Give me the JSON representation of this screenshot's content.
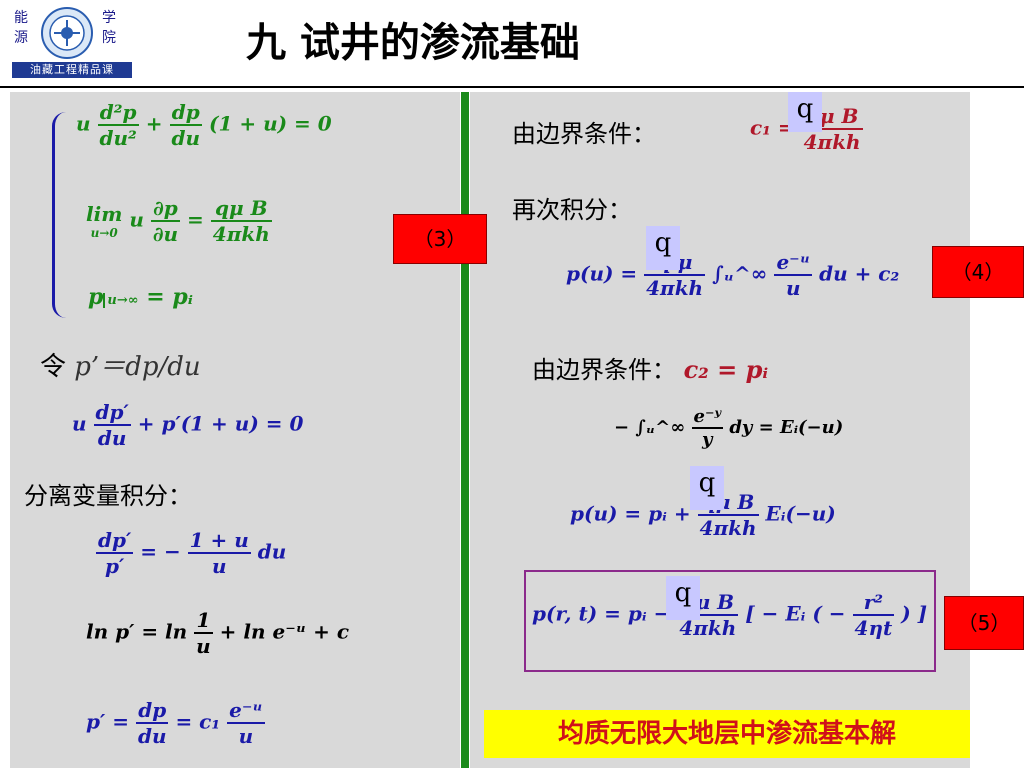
{
  "header": {
    "logo_left_chars": [
      "能",
      "源"
    ],
    "logo_right_chars": [
      "学",
      "院"
    ],
    "course_label": "油藏工程精品课",
    "title": "九  试井的渗流基础"
  },
  "left": {
    "eq1": {
      "lhs_prefix": "u",
      "f1_num": "d²p",
      "f1_den": "du²",
      "plus": "+",
      "f2_num": "dp",
      "f2_den": "du",
      "tail": "(1 + u) = 0"
    },
    "eq2": {
      "lim": "lim",
      "lim_sub": "u→0",
      "u": "u",
      "f1_num": "∂p",
      "f1_den": "∂u",
      "eq": "=",
      "f2_num": "qμ B",
      "f2_den": "4πkh"
    },
    "eq3": {
      "p": "p",
      "sub": "u→∞",
      "tail": "= pᵢ"
    },
    "tag3": "（3）",
    "subst_cn": "令",
    "subst_expr": "p’＝dp/du",
    "eq4": {
      "u": "u",
      "f_num": "dp′",
      "f_den": "du",
      "tail": "+ p′(1 + u) = 0"
    },
    "sep_label": "分离变量积分：",
    "eq5": {
      "f1_num": "dp′",
      "f1_den": "p′",
      "eq": "= −",
      "f2_num": "1 + u",
      "f2_den": "u",
      "tail": "du"
    },
    "eq6": {
      "lhs": "ln p′ = ln",
      "f_num": "1",
      "f_den": "u",
      "tail": "+ ln e⁻ᵘ + c"
    },
    "eq7": {
      "lhs": "p′ =",
      "f1_num": "dp",
      "f1_den": "du",
      "mid": "= c₁",
      "f2_num": "e⁻ᵘ",
      "f2_den": "u"
    }
  },
  "right": {
    "bc1_label": "由边界条件：",
    "c1": {
      "lhs": "c₁ =",
      "f_num": "qμ B",
      "f_den": "4πkh"
    },
    "integ_label": "再次积分：",
    "eq_pu": {
      "lhs": "p(u) =",
      "f_num": "q μ",
      "f_den": "4πkh",
      "int": "∫ᵤ^∞",
      "g_num": "e⁻ᵘ",
      "g_den": "u",
      "tail": "du + c₂"
    },
    "tag4": "（4）",
    "bc2_label": "由边界条件：",
    "c2": "c₂ = pᵢ",
    "ei_def": {
      "lhs": "− ∫ᵤ^∞",
      "f_num": "e⁻ʸ",
      "f_den": "y",
      "tail": "dy = Eᵢ(−u)"
    },
    "eq_pu2": {
      "lhs": "p(u) = pᵢ +",
      "f_num": "qμ B",
      "f_den": "4πkh",
      "tail": "Eᵢ(−u)"
    },
    "eq_prt": {
      "lhs": "p(r, t) = pᵢ −",
      "f_num": "qμ B",
      "f_den": "4πkh",
      "mid": "[ − Eᵢ ( −",
      "g_num": "r²",
      "g_den": "4ηt",
      "tail": ") ]"
    },
    "tag5": "（5）",
    "q_symbol": "q",
    "banner": "均质无限大地层中渗流基本解"
  }
}
